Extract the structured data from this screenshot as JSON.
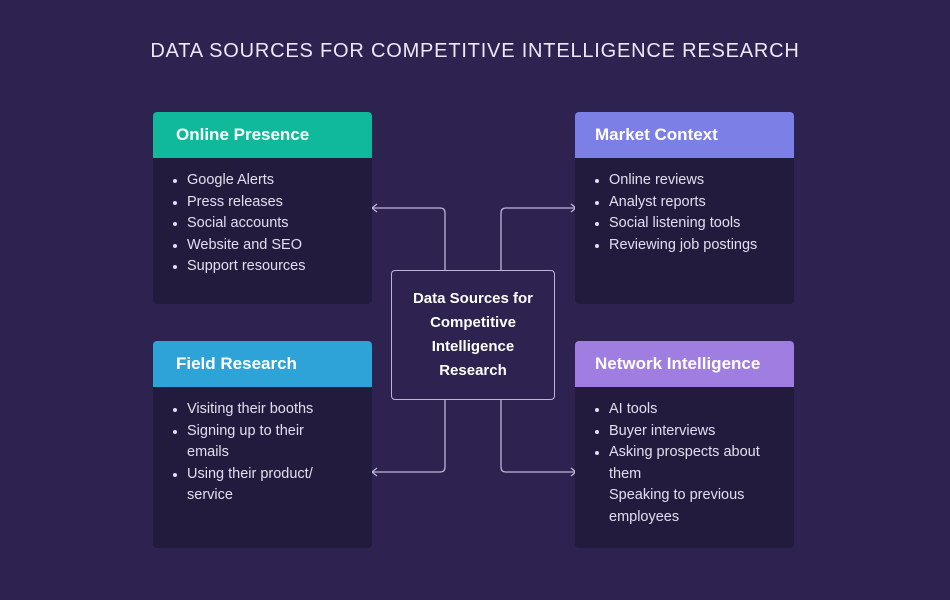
{
  "title": "DATA SOURCES FOR COMPETITIVE INTELLIGENCE RESEARCH",
  "center": {
    "label": "Data Sources for Competitive Intelligence Research",
    "lines": [
      "Data Sources for",
      "Competitive",
      "Intelligence",
      "Research"
    ]
  },
  "colors": {
    "background": "#2e2350",
    "card_body": "#231b3e",
    "online_presence": "#0fb99a",
    "market_context": "#7b7fe6",
    "field_research": "#2ea3d8",
    "network_intelligence": "#a07de0",
    "connector": "#bdb4d8"
  },
  "cards": {
    "online_presence": {
      "title": "Online Presence",
      "items": [
        "Google Alerts",
        "Press releases",
        "Social accounts",
        "Website and SEO",
        "Support resources"
      ]
    },
    "market_context": {
      "title": "Market Context",
      "items": [
        "Online reviews",
        "Analyst reports",
        "Social listening tools",
        "Reviewing job postings"
      ]
    },
    "field_research": {
      "title": "Field Research",
      "items": [
        "Visiting their booths",
        "Signing up to their",
        "emails",
        "Using their product/",
        "service"
      ]
    },
    "network_intelligence": {
      "title": "Network Intelligence",
      "items": [
        "AI tools",
        "Buyer interviews",
        "Asking prospects about",
        "them",
        "Speaking to previous",
        "employees"
      ]
    }
  }
}
